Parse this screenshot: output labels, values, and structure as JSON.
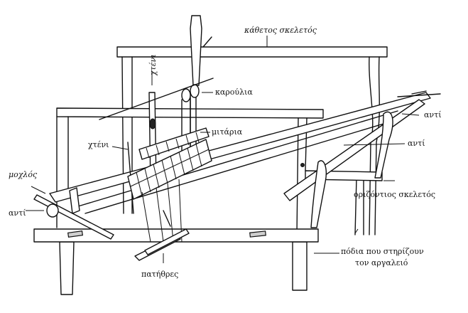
{
  "labels": {
    "vertical_frame": "κάθετος σκελετός",
    "comb_vertical": "χτένι",
    "pulleys": "καρούλια",
    "heddles": "μιτάρια",
    "comb": "χτένι",
    "lever": "μοχλός",
    "anti_left": "αντί",
    "anti_right_top": "αντί",
    "anti_right_mid": "αντί",
    "horizontal_frame": "οριζόντιος σκελετός",
    "feet_line1": "πόδια που στηρίζουν",
    "feet_line2": "τον αργαλειό",
    "treadles": "πατήθρες"
  }
}
